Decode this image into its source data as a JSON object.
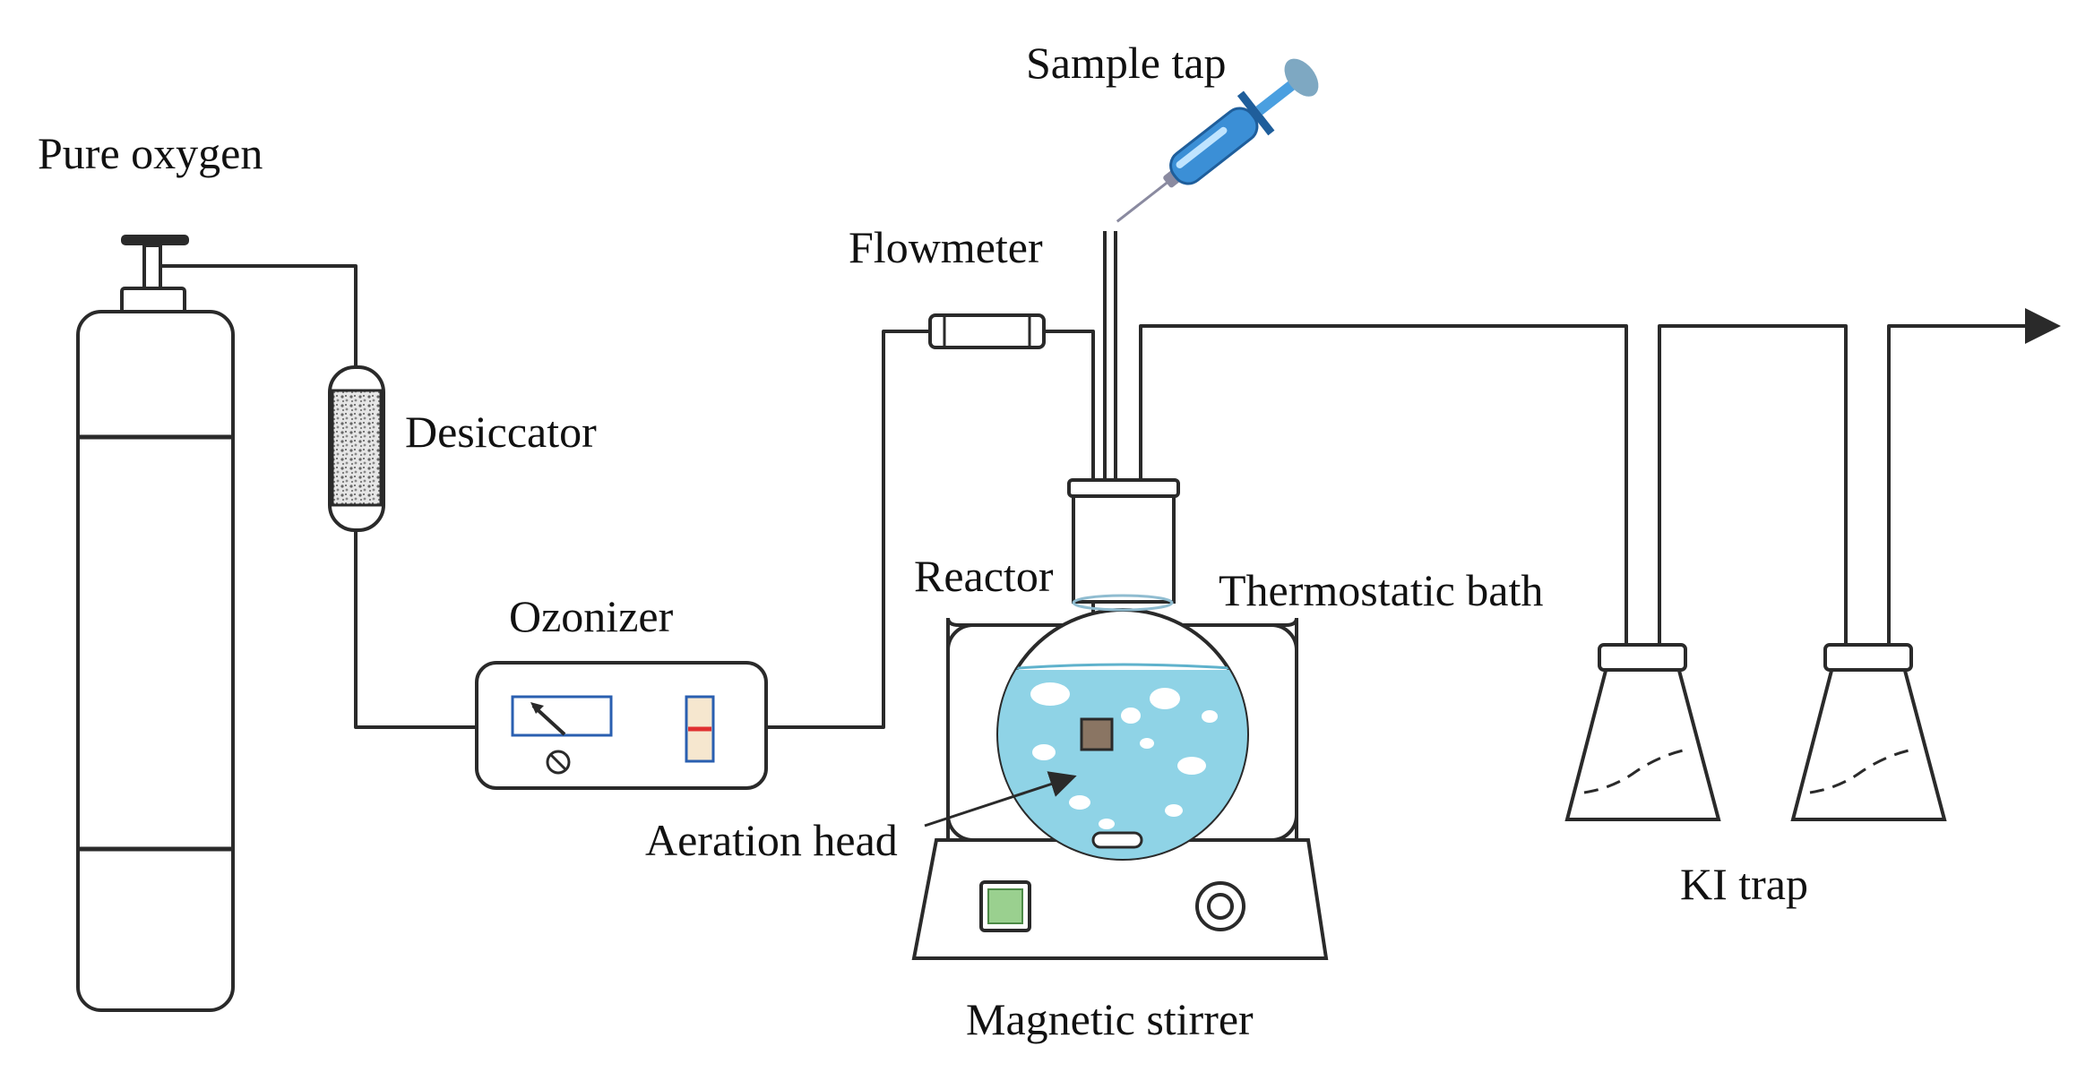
{
  "labels": {
    "pure_oxygen": "Pure oxygen",
    "desiccator": "Desiccator",
    "ozonizer": "Ozonizer",
    "flowmeter": "Flowmeter",
    "sample_tap": "Sample tap",
    "reactor": "Reactor",
    "thermostatic_bath": "Thermostatic bath",
    "aeration_head": "Aeration head",
    "magnetic_stirrer": "Magnetic stirrer",
    "ki_trap": "KI trap"
  },
  "colors": {
    "line": "#2a2a2a",
    "water": "#8fd3e6",
    "syringe": "#3b8fd6",
    "indicator": "#e03030",
    "aeration_head": "#8a7563",
    "stirrer_button": "#9ad08f"
  }
}
